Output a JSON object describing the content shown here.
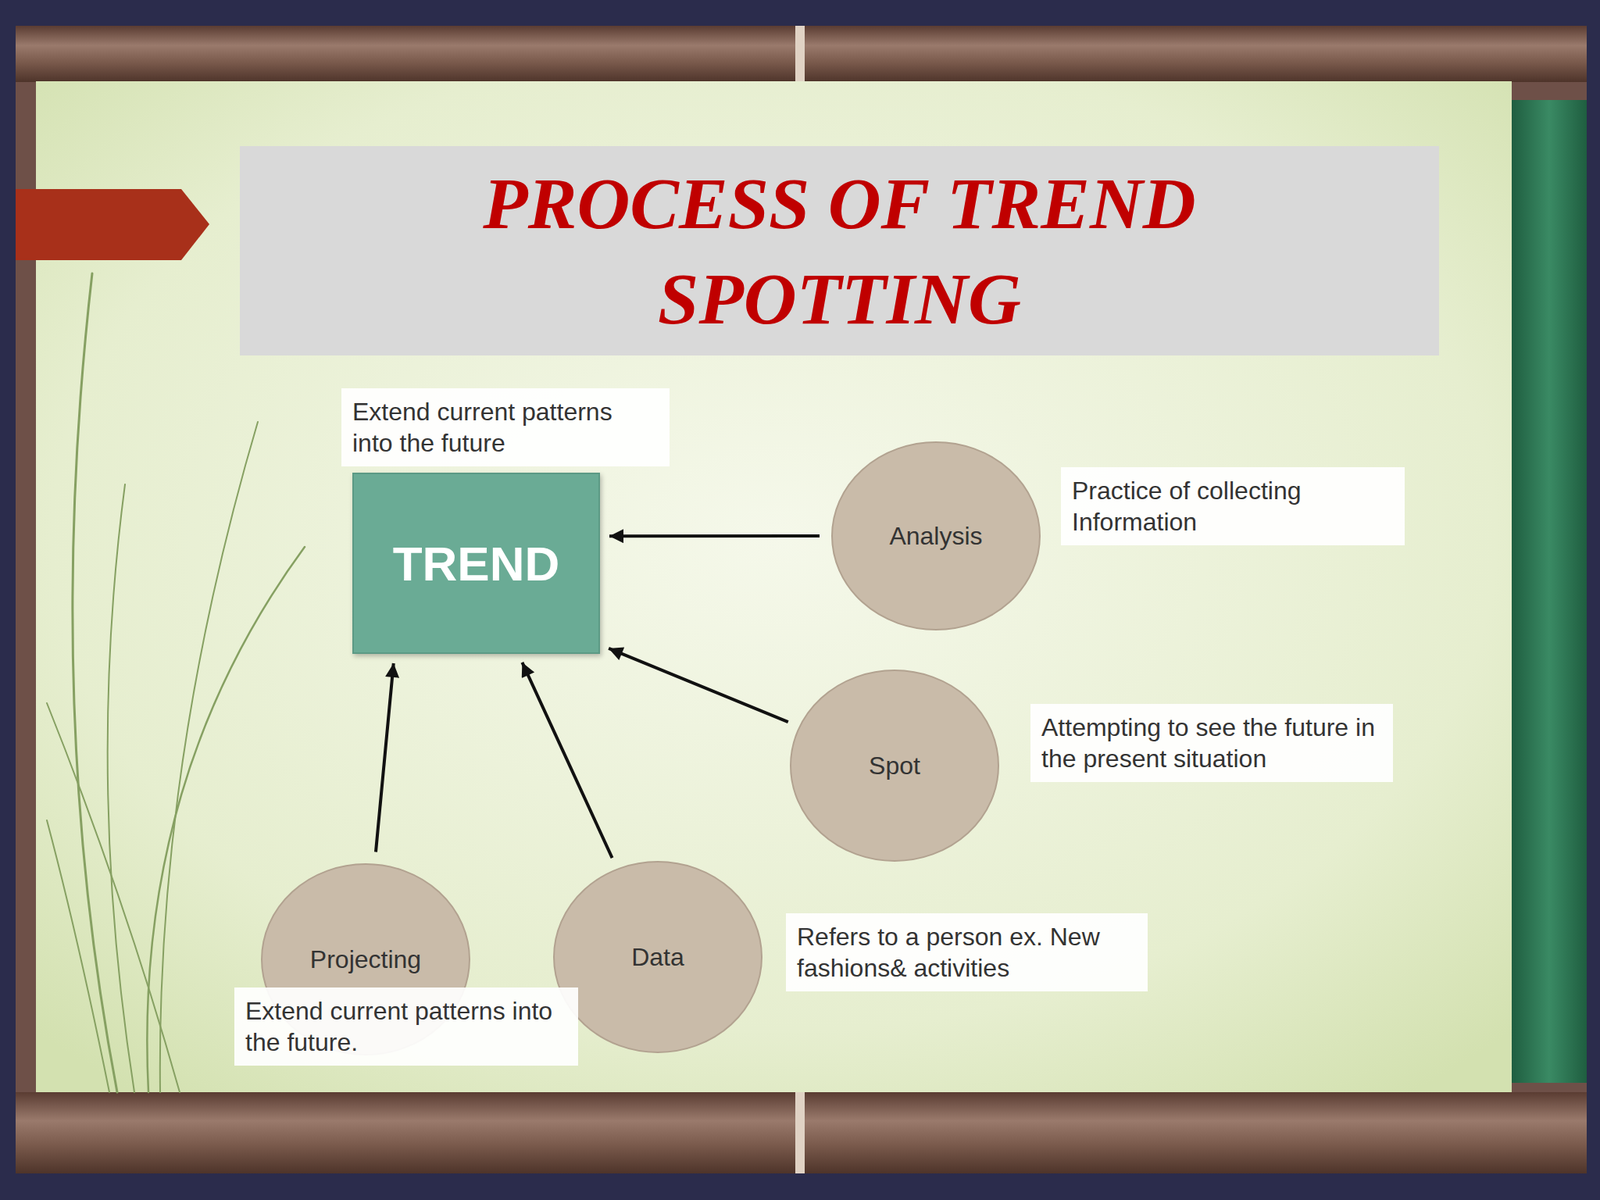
{
  "diagram": {
    "title": "PROCESS OF TREND SPOTTING",
    "nodes": [
      {
        "text": [
          "Extend current patterns into the future",
          "TREND"
        ]
      },
      {
        "text": [
          "Analysis",
          "Practice of collecting Information"
        ]
      },
      {
        "text": [
          "Spot",
          "Attempting to see the future in the present situation"
        ]
      },
      {
        "text": [
          "Projecting",
          "Extend current patterns into the future."
        ]
      },
      {
        "text": [
          "Data",
          "Refers to a person ex. New fashions& activities"
        ]
      }
    ],
    "edges": [
      {
        "from": 1,
        "to": 0,
        "arrow": "to"
      },
      {
        "from": 2,
        "to": 0,
        "arrow": "to"
      },
      {
        "from": 3,
        "to": 0,
        "arrow": "to"
      },
      {
        "from": 4,
        "to": 0,
        "arrow": "to"
      }
    ]
  }
}
